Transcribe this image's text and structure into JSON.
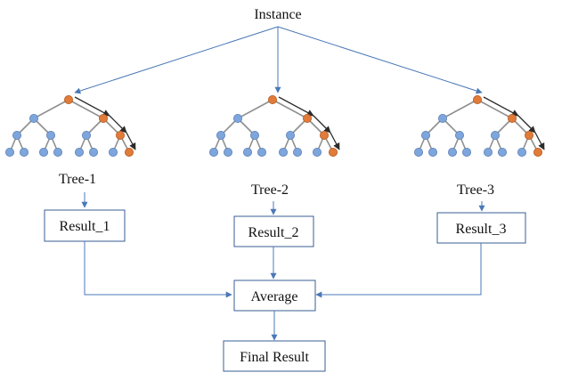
{
  "diagram": {
    "root_label": "Instance",
    "trees": [
      {
        "label": "Tree-1",
        "result": "Result_1"
      },
      {
        "label": "Tree-2",
        "result": "Result_2"
      },
      {
        "label": "Tree-3",
        "result": "Result_3"
      }
    ],
    "aggregate_label": "Average",
    "final_label": "Final Result",
    "colors": {
      "node": "#7ea6dc",
      "decision_path_node": "#e07b3a",
      "connector": "#4a78b8",
      "box_border": "#3a5f94"
    }
  }
}
